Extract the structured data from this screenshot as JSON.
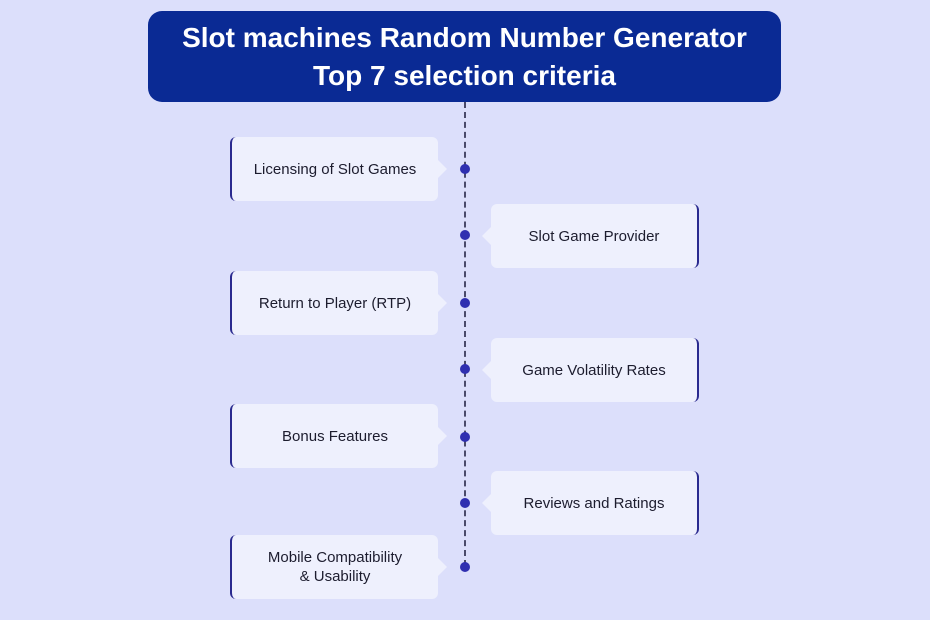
{
  "title": {
    "line1": "Slot machines Random Number Generator",
    "line2": "Top 7 selection criteria"
  },
  "criteria": [
    {
      "label": "Licensing of Slot Games"
    },
    {
      "label": "Slot Game Provider"
    },
    {
      "label": "Return to Player (RTP)"
    },
    {
      "label": "Game Volatility Rates"
    },
    {
      "label": "Bonus Features"
    },
    {
      "label": "Reviews and Ratings"
    },
    {
      "label_line1": "Mobile Compatibility",
      "label_line2": "& Usability"
    }
  ],
  "colors": {
    "background": "#dcdffb",
    "title_bg": "#0a2a94",
    "card_bg": "#eef0fd",
    "accent": "#2a2a8f",
    "dot": "#2f2fb0"
  }
}
